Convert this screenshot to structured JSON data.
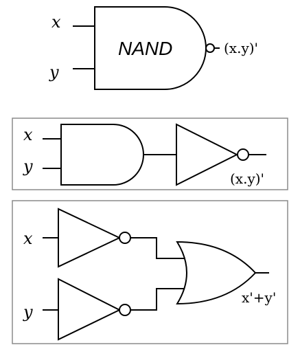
{
  "top": {
    "gate_label": "NAND",
    "input_x": "x",
    "input_y": "y",
    "output": "(x.y)'"
  },
  "middle": {
    "input_x": "x",
    "input_y": "y",
    "output": "(x.y)'"
  },
  "bottom": {
    "input_x": "x",
    "input_y": "y",
    "output": "x'+y'"
  }
}
